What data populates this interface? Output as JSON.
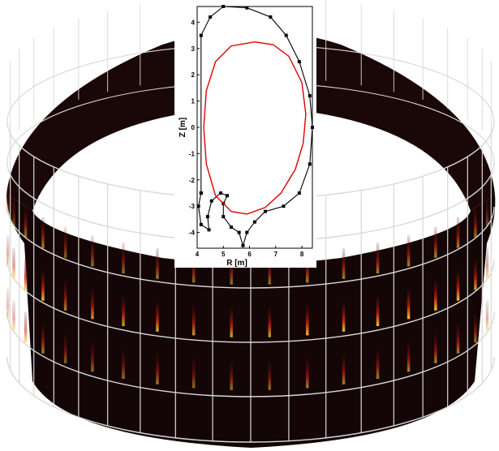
{
  "colors": {
    "background": "#ffffff",
    "wall": "#140606",
    "grid": "#d8d8d8",
    "first_wall": "#000000",
    "plasma_boundary": "#e00000",
    "hot_spot": "#ffd23a",
    "warm_spot": "#c81e12"
  },
  "inset": {
    "xlabel": "R [m]",
    "ylabel": "Z [m]",
    "x_ticks": [
      "4",
      "5",
      "6",
      "7",
      "8"
    ],
    "y_ticks": [
      "4",
      "3",
      "2",
      "1",
      "0",
      "-1",
      "-2",
      "-3",
      "-4"
    ],
    "x_range": [
      4,
      8.4
    ],
    "y_range": [
      -4.6,
      4.6
    ],
    "plasma_boundary": [
      [
        6.2,
        3.25
      ],
      [
        6.9,
        3.15
      ],
      [
        7.5,
        2.7
      ],
      [
        8.0,
        1.7
      ],
      [
        8.15,
        0.5
      ],
      [
        8.05,
        -0.6
      ],
      [
        7.75,
        -1.6
      ],
      [
        7.2,
        -2.5
      ],
      [
        6.6,
        -3.05
      ],
      [
        5.9,
        -3.3
      ],
      [
        5.3,
        -3.2
      ],
      [
        4.7,
        -2.6
      ],
      [
        4.35,
        -1.4
      ],
      [
        4.25,
        0.0
      ],
      [
        4.35,
        1.4
      ],
      [
        4.7,
        2.5
      ],
      [
        5.3,
        3.1
      ],
      [
        6.2,
        3.25
      ]
    ],
    "first_wall": [
      [
        4.15,
        -2.5
      ],
      [
        4.15,
        3.5
      ],
      [
        4.5,
        4.2
      ],
      [
        5.0,
        4.6
      ],
      [
        5.9,
        4.55
      ],
      [
        6.8,
        4.2
      ],
      [
        7.4,
        3.5
      ],
      [
        7.9,
        2.5
      ],
      [
        8.3,
        1.2
      ],
      [
        8.4,
        0.0
      ],
      [
        8.3,
        -1.4
      ],
      [
        7.9,
        -2.5
      ],
      [
        7.3,
        -3.0
      ],
      [
        6.6,
        -3.2
      ],
      [
        6.2,
        -3.6
      ],
      [
        5.9,
        -4.0
      ],
      [
        5.75,
        -4.5
      ],
      [
        5.6,
        -4.0
      ],
      [
        5.3,
        -3.8
      ],
      [
        5.0,
        -3.4
      ],
      [
        5.0,
        -2.9
      ],
      [
        5.15,
        -2.6
      ],
      [
        4.9,
        -2.5
      ],
      [
        4.55,
        -2.8
      ],
      [
        4.4,
        -3.4
      ],
      [
        4.45,
        -3.9
      ],
      [
        4.15,
        -3.7
      ],
      [
        4.05,
        -3.0
      ],
      [
        4.15,
        -2.5
      ]
    ]
  },
  "wall_panels": {
    "columns": 20,
    "rows": 6,
    "bright_columns": [
      {
        "angle": -0.62,
        "level": 0.9
      },
      {
        "angle": -0.35,
        "level": 0.75
      },
      {
        "angle": -0.18,
        "level": 0.8
      },
      {
        "angle": 0.0,
        "level": 0.7
      },
      {
        "angle": 0.18,
        "level": 0.85
      },
      {
        "angle": 0.35,
        "level": 0.95
      },
      {
        "angle": 0.55,
        "level": 1.0
      },
      {
        "angle": 0.72,
        "level": 0.9
      }
    ]
  }
}
